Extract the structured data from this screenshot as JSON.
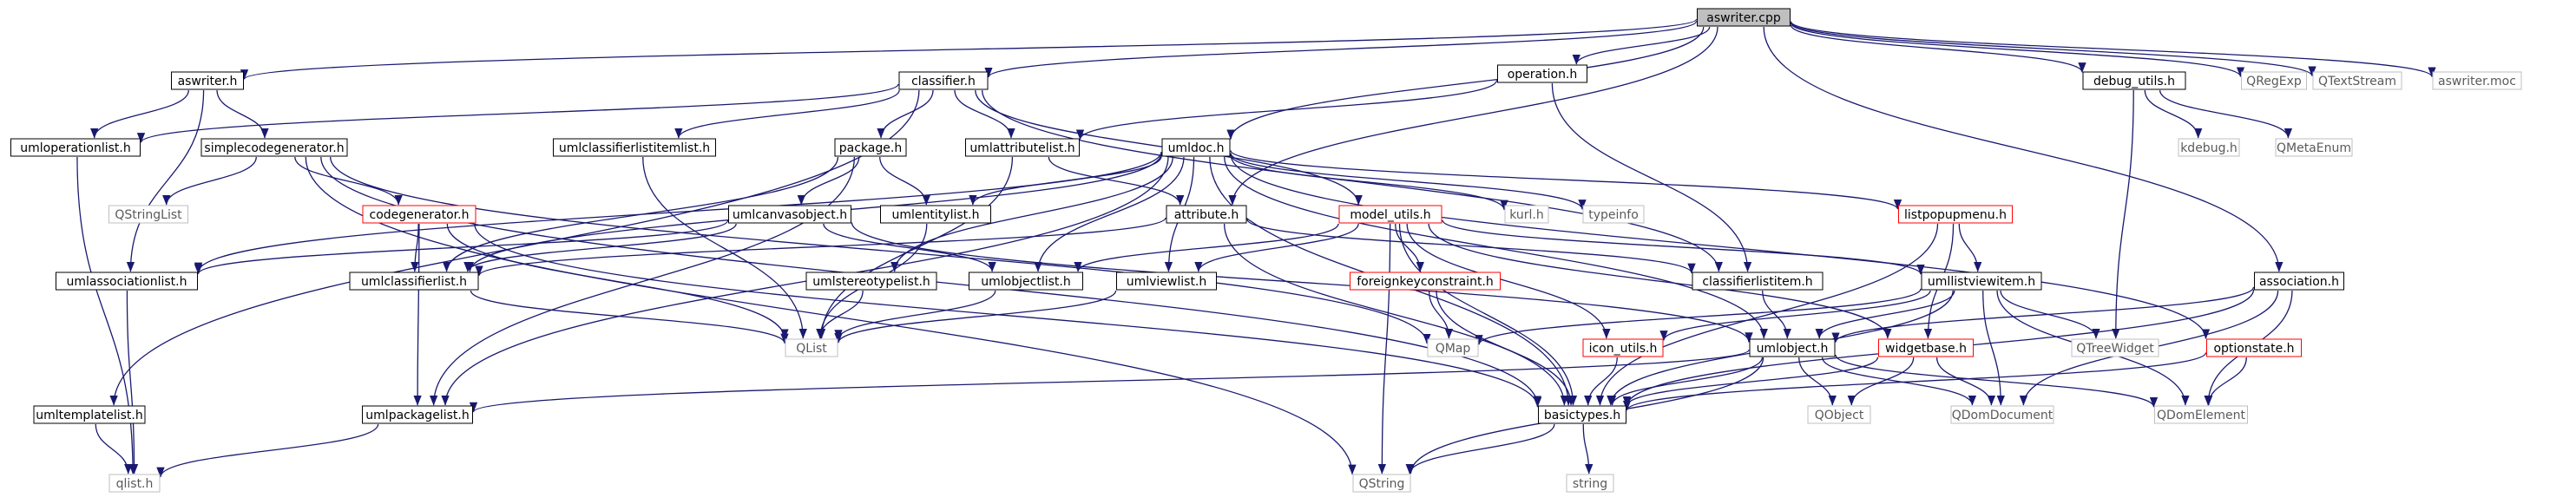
{
  "colors": {
    "edge": "#191970",
    "node_border_normal": "#000000",
    "node_border_missing": "#ff0000",
    "node_border_external": "#bfbfbf",
    "root_fill": "#bfbfbf",
    "text_normal": "#000000",
    "text_external": "#5a5a5a"
  },
  "nodes": [
    {
      "id": "aswriter_cpp",
      "label": "aswriter.cpp",
      "kind": "root"
    },
    {
      "id": "aswriter_h",
      "label": "aswriter.h",
      "kind": "normal"
    },
    {
      "id": "classifier_h",
      "label": "classifier.h",
      "kind": "normal"
    },
    {
      "id": "operation_h",
      "label": "operation.h",
      "kind": "normal"
    },
    {
      "id": "umldoc_h",
      "label": "umldoc.h",
      "kind": "normal"
    },
    {
      "id": "debug_utils_h",
      "label": "debug_utils.h",
      "kind": "normal"
    },
    {
      "id": "QRegExp",
      "label": "QRegExp",
      "kind": "external"
    },
    {
      "id": "QTextStream",
      "label": "QTextStream",
      "kind": "external"
    },
    {
      "id": "aswriter_moc",
      "label": "aswriter.moc",
      "kind": "external"
    },
    {
      "id": "umloperationlist_h",
      "label": "umloperationlist.h",
      "kind": "normal"
    },
    {
      "id": "simplecodegenerator_h",
      "label": "simplecodegenerator.h",
      "kind": "normal"
    },
    {
      "id": "umlclassifierlistitemlist_h",
      "label": "umlclassifierlistitemlist.h",
      "kind": "normal"
    },
    {
      "id": "package_h",
      "label": "package.h",
      "kind": "normal"
    },
    {
      "id": "umlattributelist_h",
      "label": "umlattributelist.h",
      "kind": "normal"
    },
    {
      "id": "kdebug_h",
      "label": "kdebug.h",
      "kind": "external"
    },
    {
      "id": "QMetaEnum",
      "label": "QMetaEnum",
      "kind": "external"
    },
    {
      "id": "QStringList",
      "label": "QStringList",
      "kind": "external"
    },
    {
      "id": "codegenerator_h",
      "label": "codegenerator.h",
      "kind": "missing"
    },
    {
      "id": "umlcanvasobject_h",
      "label": "umlcanvasobject.h",
      "kind": "normal"
    },
    {
      "id": "umlentitylist_h",
      "label": "umlentitylist.h",
      "kind": "normal"
    },
    {
      "id": "attribute_h",
      "label": "attribute.h",
      "kind": "normal"
    },
    {
      "id": "model_utils_h",
      "label": "model_utils.h",
      "kind": "missing"
    },
    {
      "id": "kurl_h",
      "label": "kurl.h",
      "kind": "external"
    },
    {
      "id": "typeinfo",
      "label": "typeinfo",
      "kind": "external"
    },
    {
      "id": "listpopupmenu_h",
      "label": "listpopupmenu.h",
      "kind": "missing"
    },
    {
      "id": "umlassociationlist_h",
      "label": "umlassociationlist.h",
      "kind": "normal"
    },
    {
      "id": "umlclassifierlist_h",
      "label": "umlclassifierlist.h",
      "kind": "normal"
    },
    {
      "id": "umlstereotypelist_h",
      "label": "umlstereotypelist.h",
      "kind": "normal"
    },
    {
      "id": "umlobjectlist_h",
      "label": "umlobjectlist.h",
      "kind": "normal"
    },
    {
      "id": "umlviewlist_h",
      "label": "umlviewlist.h",
      "kind": "normal"
    },
    {
      "id": "classifierlistitem_h",
      "label": "classifierlistitem.h",
      "kind": "normal"
    },
    {
      "id": "umllistviewitem_h",
      "label": "umllistviewitem.h",
      "kind": "normal"
    },
    {
      "id": "association_h",
      "label": "association.h",
      "kind": "normal"
    },
    {
      "id": "foreignkeyconstraint_h",
      "label": "foreignkeyconstraint.h",
      "kind": "missing"
    },
    {
      "id": "QList",
      "label": "QList",
      "kind": "external"
    },
    {
      "id": "QMap",
      "label": "QMap",
      "kind": "external"
    },
    {
      "id": "icon_utils_h",
      "label": "icon_utils.h",
      "kind": "missing"
    },
    {
      "id": "umlobject_h",
      "label": "umlobject.h",
      "kind": "normal"
    },
    {
      "id": "widgetbase_h",
      "label": "widgetbase.h",
      "kind": "missing"
    },
    {
      "id": "QTreeWidget",
      "label": "QTreeWidget",
      "kind": "external"
    },
    {
      "id": "optionstate_h",
      "label": "optionstate.h",
      "kind": "missing"
    },
    {
      "id": "umltemplatelist_h",
      "label": "umltemplatelist.h",
      "kind": "normal"
    },
    {
      "id": "umlpackagelist_h",
      "label": "umlpackagelist.h",
      "kind": "normal"
    },
    {
      "id": "basictypes_h",
      "label": "basictypes.h",
      "kind": "normal"
    },
    {
      "id": "QObject",
      "label": "QObject",
      "kind": "external"
    },
    {
      "id": "QDomDocument",
      "label": "QDomDocument",
      "kind": "external"
    },
    {
      "id": "QDomElement",
      "label": "QDomElement",
      "kind": "external"
    },
    {
      "id": "qlist_h",
      "label": "qlist.h",
      "kind": "external"
    },
    {
      "id": "QString",
      "label": "QString",
      "kind": "external"
    },
    {
      "id": "string",
      "label": "string",
      "kind": "external"
    }
  ],
  "edges": [
    [
      "aswriter_cpp",
      "aswriter_h"
    ],
    [
      "aswriter_cpp",
      "classifier_h"
    ],
    [
      "aswriter_cpp",
      "operation_h"
    ],
    [
      "aswriter_cpp",
      "umldoc_h"
    ],
    [
      "aswriter_cpp",
      "attribute_h"
    ],
    [
      "aswriter_cpp",
      "association_h"
    ],
    [
      "aswriter_cpp",
      "debug_utils_h"
    ],
    [
      "aswriter_cpp",
      "QRegExp"
    ],
    [
      "aswriter_cpp",
      "QTextStream"
    ],
    [
      "aswriter_cpp",
      "aswriter_moc"
    ],
    [
      "aswriter_h",
      "umloperationlist_h"
    ],
    [
      "aswriter_h",
      "simplecodegenerator_h"
    ],
    [
      "aswriter_h",
      "umlassociationlist_h"
    ],
    [
      "classifier_h",
      "umloperationlist_h"
    ],
    [
      "classifier_h",
      "umlclassifierlistitemlist_h"
    ],
    [
      "classifier_h",
      "package_h"
    ],
    [
      "classifier_h",
      "umlattributelist_h"
    ],
    [
      "classifier_h",
      "model_utils_h"
    ],
    [
      "classifier_h",
      "umltemplatelist_h"
    ],
    [
      "classifier_h",
      "classifierlistitem_h"
    ],
    [
      "operation_h",
      "umlattributelist_h"
    ],
    [
      "operation_h",
      "classifierlistitem_h"
    ],
    [
      "debug_utils_h",
      "kdebug_h"
    ],
    [
      "debug_utils_h",
      "QMetaEnum"
    ],
    [
      "debug_utils_h",
      "QTreeWidget"
    ],
    [
      "umldoc_h",
      "umlassociationlist_h"
    ],
    [
      "umldoc_h",
      "umlclassifierlist_h"
    ],
    [
      "umldoc_h",
      "umlentitylist_h"
    ],
    [
      "umldoc_h",
      "umlviewlist_h"
    ],
    [
      "umldoc_h",
      "umlstereotypelist_h"
    ],
    [
      "umldoc_h",
      "umlobjectlist_h"
    ],
    [
      "umldoc_h",
      "umlpackagelist_h"
    ],
    [
      "umldoc_h",
      "kurl_h"
    ],
    [
      "umldoc_h",
      "typeinfo"
    ],
    [
      "umldoc_h",
      "listpopupmenu_h"
    ],
    [
      "umldoc_h",
      "optionstate_h"
    ],
    [
      "umldoc_h",
      "umlobject_h"
    ],
    [
      "umldoc_h",
      "basictypes_h"
    ],
    [
      "umloperationlist_h",
      "qlist_h"
    ],
    [
      "simplecodegenerator_h",
      "QStringList"
    ],
    [
      "simplecodegenerator_h",
      "codegenerator_h"
    ],
    [
      "simplecodegenerator_h",
      "QMap"
    ],
    [
      "simplecodegenerator_h",
      "QString"
    ],
    [
      "simplecodegenerator_h",
      "basictypes_h"
    ],
    [
      "umlclassifierlistitemlist_h",
      "QList"
    ],
    [
      "package_h",
      "umlcanvasobject_h"
    ],
    [
      "package_h",
      "umlentitylist_h"
    ],
    [
      "package_h",
      "umlclassifierlist_h"
    ],
    [
      "package_h",
      "umlpackagelist_h"
    ],
    [
      "umlattributelist_h",
      "attribute_h"
    ],
    [
      "umlattributelist_h",
      "QList"
    ],
    [
      "codegenerator_h",
      "umlclassifierlist_h"
    ],
    [
      "codegenerator_h",
      "umlpackagelist_h"
    ],
    [
      "codegenerator_h",
      "QList"
    ],
    [
      "codegenerator_h",
      "basictypes_h"
    ],
    [
      "umlcanvasobject_h",
      "umlassociationlist_h"
    ],
    [
      "umlcanvasobject_h",
      "umlclassifierlist_h"
    ],
    [
      "umlcanvasobject_h",
      "umlobjectlist_h"
    ],
    [
      "umlcanvasobject_h",
      "umlobject_h"
    ],
    [
      "umlentitylist_h",
      "QList"
    ],
    [
      "attribute_h",
      "umlclassifierlist_h"
    ],
    [
      "attribute_h",
      "classifierlistitem_h"
    ],
    [
      "attribute_h",
      "basictypes_h"
    ],
    [
      "model_utils_h",
      "umlobjectlist_h"
    ],
    [
      "model_utils_h",
      "umlviewlist_h"
    ],
    [
      "model_utils_h",
      "foreignkeyconstraint_h"
    ],
    [
      "model_utils_h",
      "icon_utils_h"
    ],
    [
      "model_utils_h",
      "widgetbase_h"
    ],
    [
      "model_utils_h",
      "basictypes_h"
    ],
    [
      "model_utils_h",
      "QString"
    ],
    [
      "model_utils_h",
      "umllistviewitem_h"
    ],
    [
      "listpopupmenu_h",
      "umllistviewitem_h"
    ],
    [
      "listpopupmenu_h",
      "widgetbase_h"
    ],
    [
      "listpopupmenu_h",
      "basictypes_h"
    ],
    [
      "umlassociationlist_h",
      "qlist_h"
    ],
    [
      "umlclassifierlist_h",
      "QList"
    ],
    [
      "umlstereotypelist_h",
      "QList"
    ],
    [
      "umlobjectlist_h",
      "QList"
    ],
    [
      "umlviewlist_h",
      "QList"
    ],
    [
      "classifierlistitem_h",
      "umlobject_h"
    ],
    [
      "umllistviewitem_h",
      "QTreeWidget"
    ],
    [
      "umllistviewitem_h",
      "QDomDocument"
    ],
    [
      "umllistviewitem_h",
      "QDomElement"
    ],
    [
      "umllistviewitem_h",
      "QMap"
    ],
    [
      "umllistviewitem_h",
      "icon_utils_h"
    ],
    [
      "umllistviewitem_h",
      "basictypes_h"
    ],
    [
      "umllistviewitem_h",
      "umlobject_h"
    ],
    [
      "association_h",
      "umlobject_h"
    ],
    [
      "association_h",
      "QDomDocument"
    ],
    [
      "association_h",
      "QDomElement"
    ],
    [
      "association_h",
      "basictypes_h"
    ],
    [
      "foreignkeyconstraint_h",
      "QMap"
    ],
    [
      "foreignkeyconstraint_h",
      "basictypes_h"
    ],
    [
      "icon_utils_h",
      "basictypes_h"
    ],
    [
      "umlobject_h",
      "umlpackagelist_h"
    ],
    [
      "umlobject_h",
      "basictypes_h"
    ],
    [
      "umlobject_h",
      "QObject"
    ],
    [
      "umlobject_h",
      "QDomDocument"
    ],
    [
      "umlobject_h",
      "QDomElement"
    ],
    [
      "umlobject_h",
      "QString"
    ],
    [
      "widgetbase_h",
      "QObject"
    ],
    [
      "widgetbase_h",
      "QDomDocument"
    ],
    [
      "widgetbase_h",
      "basictypes_h"
    ],
    [
      "optionstate_h",
      "basictypes_h"
    ],
    [
      "optionstate_h",
      "QDomElement"
    ],
    [
      "umltemplatelist_h",
      "qlist_h"
    ],
    [
      "umlpackagelist_h",
      "qlist_h"
    ],
    [
      "basictypes_h",
      "QString"
    ],
    [
      "basictypes_h",
      "string"
    ]
  ]
}
